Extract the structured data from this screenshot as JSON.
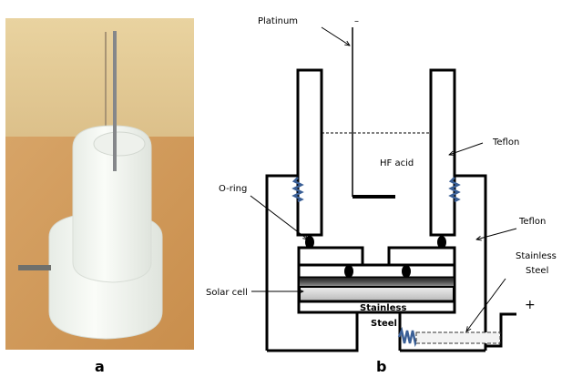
{
  "panels": {
    "a": {
      "label": "a"
    },
    "b": {
      "label": "b"
    }
  },
  "labels": {
    "platinum": "Platinum",
    "minus": "–",
    "plus": "+",
    "hf_acid": "HF acid",
    "teflon_upper": "Teflon",
    "teflon_lower": "Teflon",
    "o_ring": "O-ring",
    "solar_cell": "Solar cell",
    "stainless_steel_right_1": "Stainless",
    "stainless_steel_right_2": "Steel",
    "stainless_steel_center_1": "Stainless",
    "stainless_steel_center_2": "Steel"
  },
  "colors": {
    "spring": "#3a5f96",
    "wall_bg": "#e8c98f",
    "table": "#d9a25e",
    "teflon": "#f3f3ee"
  }
}
